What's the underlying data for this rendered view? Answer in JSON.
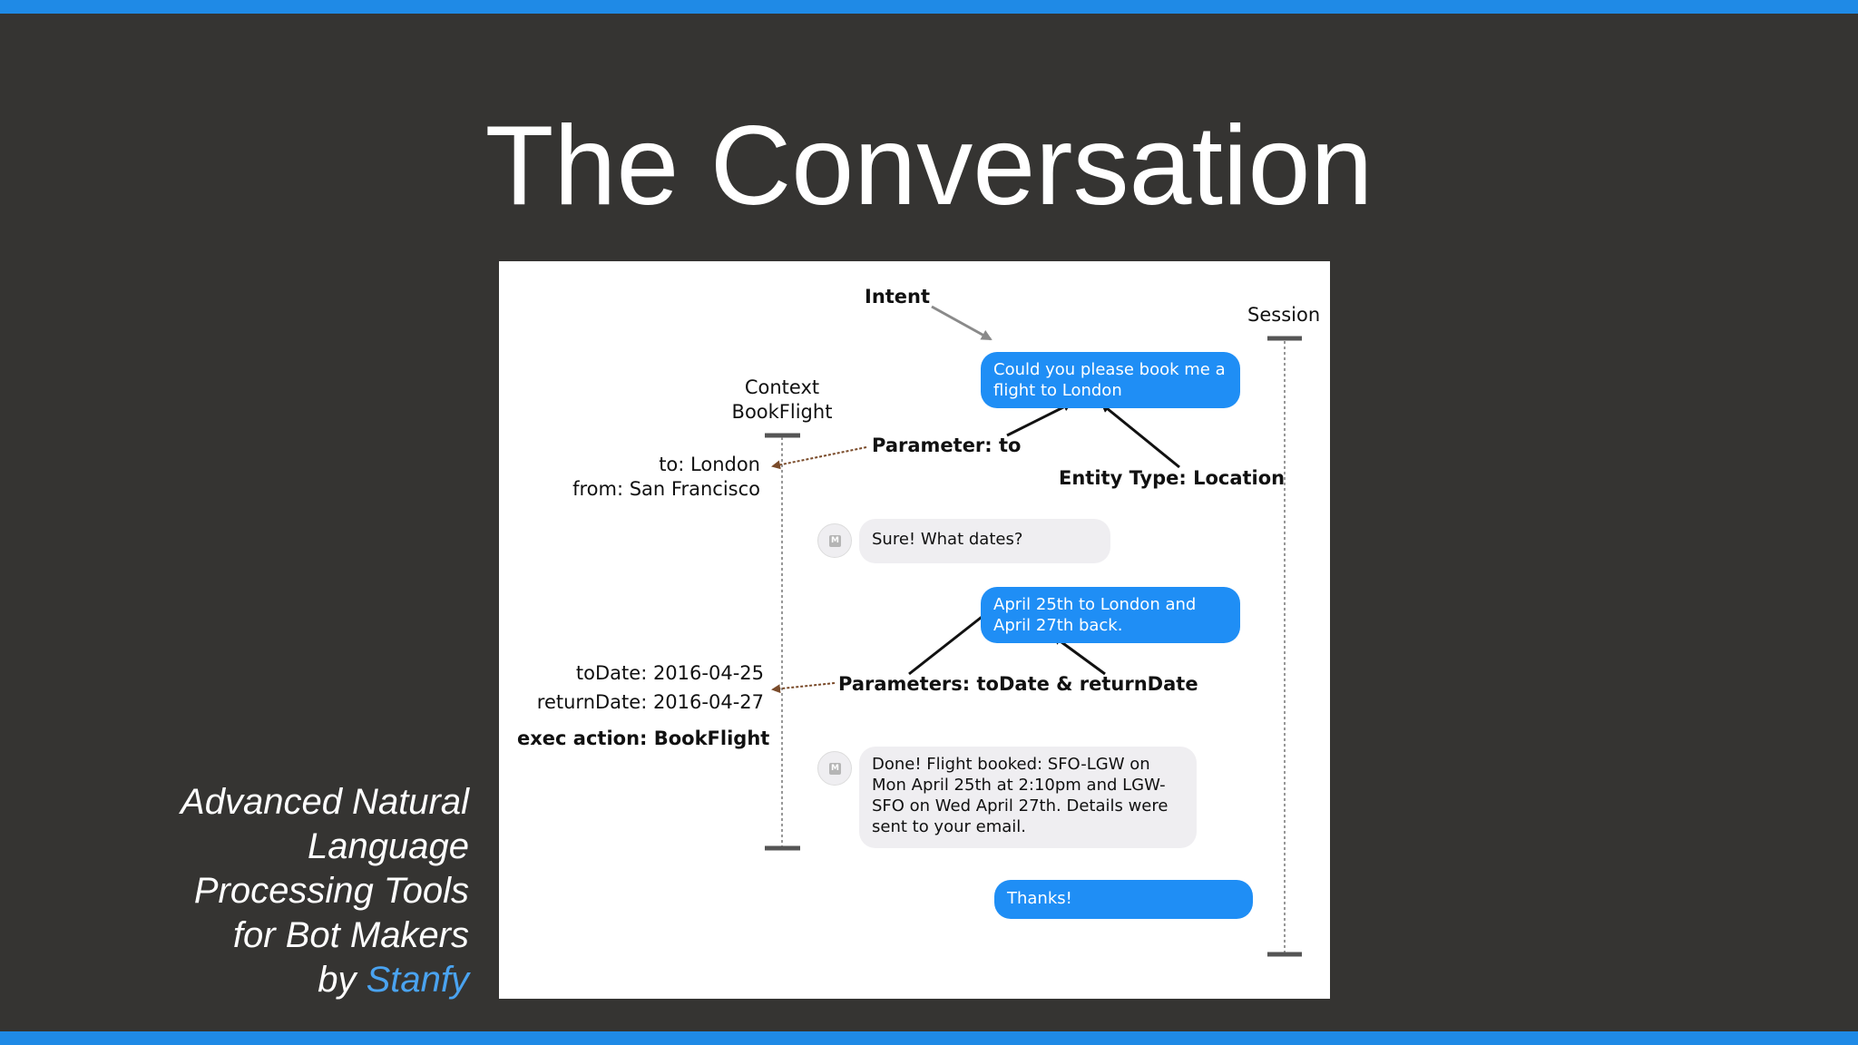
{
  "slide": {
    "title": "The Conversation",
    "subtitle_lines": [
      "Advanced Natural",
      "Language",
      "Processing Tools",
      "for Bot Makers"
    ],
    "byline_prefix": "by ",
    "byline_brand": "Stanfy"
  },
  "diagram": {
    "intent_label": "Intent",
    "session_label": "Session",
    "context_label": "Context",
    "context_name": "BookFlight",
    "param_to_label": "Parameter: to",
    "entity_type_label": "Entity Type: Location",
    "context_to": "to: London",
    "context_from": "from: San Francisco",
    "params_label": "Parameters: toDate & returnDate",
    "to_date": "toDate: 2016-04-25",
    "return_date": "returnDate: 2016-04-27",
    "exec_action": "exec action: BookFlight",
    "messages": {
      "user_1": "Could you please book me a flight to London",
      "bot_1": "Sure! What dates?",
      "user_2": "April 25th to London and April 27th back.",
      "bot_2": "Done! Flight booked:  SFO-LGW on Mon April 25th at 2:10pm and LGW-SFO on Wed April 27th. Details were sent to your email.",
      "user_3": "Thanks!"
    },
    "avatar_glyph": "M"
  },
  "colors": {
    "background": "#353432",
    "accent_bar": "#1f8ae6",
    "user_bubble": "#1f8ef5",
    "bot_bubble": "#efeef1",
    "brand": "#4aa3f0"
  }
}
